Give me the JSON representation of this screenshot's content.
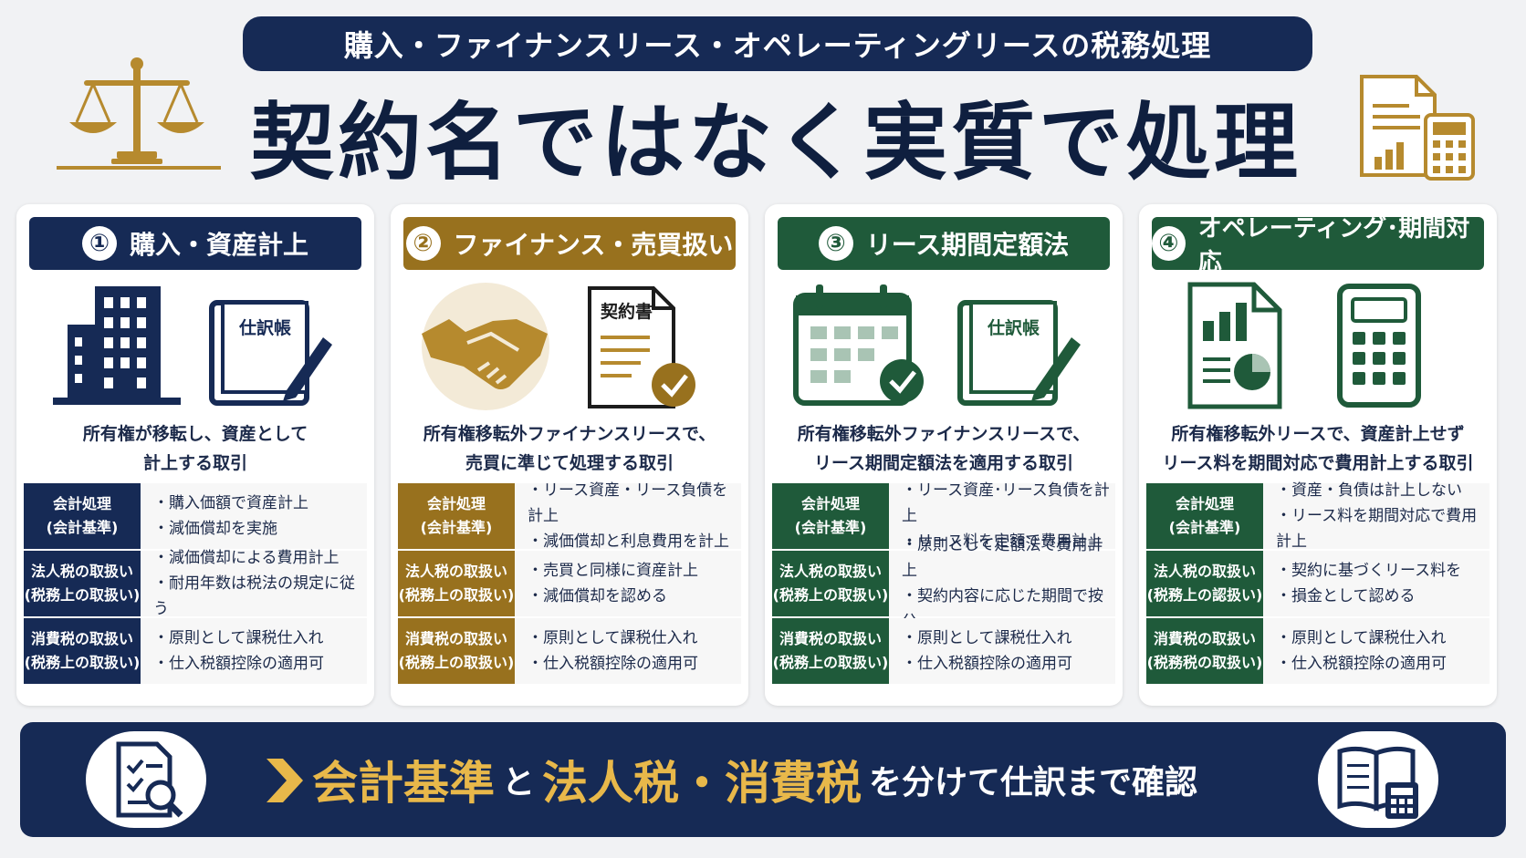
{
  "header": {
    "subtitle": "購入・ファイナンスリース・オペレーティングリースの税務処理",
    "title": "契約名ではなく実質で処理"
  },
  "cards": [
    {
      "number": "①",
      "title": "購入・資産計上",
      "color": "#162a55",
      "icon_left": "office-building-icon",
      "icon_right": "journal-book-pen-icon",
      "icon_right_label": "仕訳帳",
      "description_lines": [
        "所有権が移転し、資産として",
        "計上する取引"
      ],
      "rows": [
        {
          "label": [
            "会計処理",
            "(会計基準)"
          ],
          "items": [
            "購入価額で資産計上",
            "減価償却を実施"
          ]
        },
        {
          "label": [
            "法人税の取扱い",
            "(税務上の取扱い)"
          ],
          "items": [
            "減価償却による費用計上",
            "耐用年数は税法の規定に従う"
          ]
        },
        {
          "label": [
            "消費税の取扱い",
            "(税務上の取扱い)"
          ],
          "items": [
            "原則として課税仕入れ",
            "仕入税額控除の適用可"
          ]
        }
      ]
    },
    {
      "number": "②",
      "title": "ファイナンス・売買扱い",
      "color": "#98711e",
      "icon_left": "handshake-icon",
      "icon_right": "contract-check-icon",
      "icon_right_label": "契約書",
      "description_lines": [
        "所有権移転外ファイナンスリースで、",
        "売買に準じて処理する取引"
      ],
      "rows": [
        {
          "label": [
            "会計処理",
            "(会計基準)"
          ],
          "items": [
            "リース資産・リース負債を計上",
            "減価償却と利息費用を計上"
          ]
        },
        {
          "label": [
            "法人税の取扱い",
            "(税務上の取扱い)"
          ],
          "items": [
            "売買と同様に資産計上",
            "減価償却を認める"
          ]
        },
        {
          "label": [
            "消費税の取扱い",
            "(税務上の取扱い)"
          ],
          "items": [
            "原則として課税仕入れ",
            "仕入税額控除の適用可"
          ]
        }
      ]
    },
    {
      "number": "③",
      "title": "リース期間定額法",
      "color": "#1f5a3a",
      "icon_left": "calendar-check-icon",
      "icon_right": "journal-book-pen-icon",
      "icon_right_label": "仕訳帳",
      "description_lines": [
        "所有権移転外ファイナンスリースで、",
        "リース期間定額法を適用する取引"
      ],
      "rows": [
        {
          "label": [
            "会計処理",
            "(会計基準)"
          ],
          "items": [
            "リース資産･リース負債を計上",
            "リース料を定額で費用計上"
          ]
        },
        {
          "label": [
            "法人税の取扱い",
            "(税務上の取扱い)"
          ],
          "items": [
            "原則として定額法で費用計上",
            "契約内容に応じた期間で按分"
          ]
        },
        {
          "label": [
            "消費税の取扱い",
            "(税務上の取扱い)"
          ],
          "items": [
            "原則として課税仕入れ",
            "仕入税額控除の適用可"
          ]
        }
      ]
    },
    {
      "number": "④",
      "title": "オペレーティング･期間対応",
      "color": "#1f5a3a",
      "icon_left": "report-chart-icon",
      "icon_right": "calculator-icon",
      "icon_right_label": "",
      "description_lines": [
        "所有権移転外リースで、資産計上せず",
        "リース料を期間対応で費用計上する取引"
      ],
      "rows": [
        {
          "label": [
            "会計処理",
            "(会計基準)"
          ],
          "items": [
            "資産・負債は計上しない",
            "リース料を期間対応で費用計上"
          ]
        },
        {
          "label": [
            "法人税の取扱い",
            "(税務上の認扱い)"
          ],
          "items": [
            "契約に基づくリース料を",
            "損金として認める"
          ]
        },
        {
          "label": [
            "消費税の取扱い",
            "(税務税の取扱い)"
          ],
          "items": [
            "原則として課税仕入れ",
            "仕入税額控除の適用可"
          ]
        }
      ]
    }
  ],
  "footer": {
    "part1": "会計基準",
    "part2": "と",
    "part3": "法人税・消費税",
    "part4": "を分けて仕訳まで確認"
  },
  "colors": {
    "navy": "#162a55",
    "gold": "#98711e",
    "green": "#1f5a3a",
    "accent_gold_text": "#e8b84a"
  }
}
